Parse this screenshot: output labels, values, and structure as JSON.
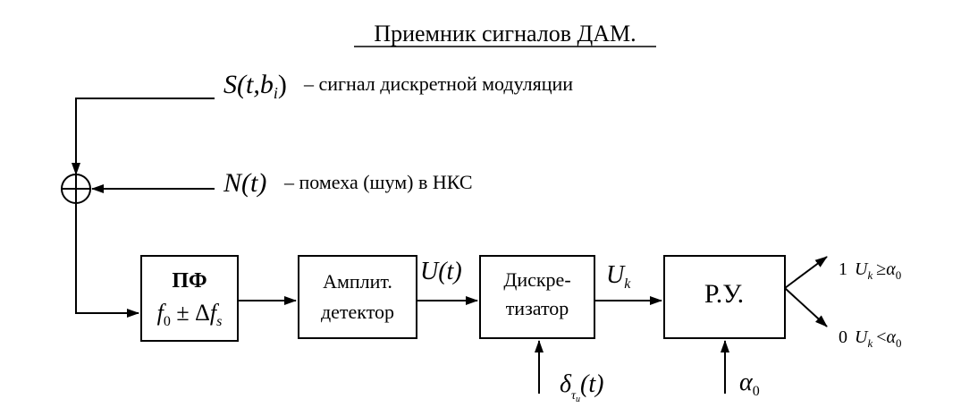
{
  "title": "Приемник сигналов ДАМ.",
  "signal": {
    "symbol": "S(t,b",
    "symbol_sub": "i",
    "symbol_close": ")",
    "desc": "– сигнал дискретной модуляции"
  },
  "noise": {
    "symbol": "N(t)",
    "desc": "– помеха (шум) в НКС"
  },
  "blocks": {
    "filter": {
      "line1": "ПФ",
      "line2_f": "f",
      "line2_sub": "0",
      "line2_rest": " ± Δ",
      "line2_f2": "f",
      "line2_sub2": "s"
    },
    "detector": {
      "line1": "Амплит.",
      "line2": "детектор"
    },
    "sampler": {
      "line1": "Дискре-",
      "line2": "тизатор"
    },
    "decision": {
      "line1": "Р.У."
    }
  },
  "signals": {
    "u_t": "U(t)",
    "u_k": "U",
    "u_k_sub": "k",
    "delta": "δ",
    "delta_sub": "τ",
    "delta_subsub": "и",
    "delta_arg": "(t)",
    "alpha": "α",
    "alpha_sub": "0"
  },
  "outputs": {
    "one": {
      "digit": "1",
      "var": "U",
      "var_sub": "k",
      "op": "≥",
      "thr": "α",
      "thr_sub": "0"
    },
    "zero": {
      "digit": "0",
      "var": "U",
      "var_sub": "k",
      "op": "<",
      "thr": "α",
      "thr_sub": "0"
    }
  }
}
